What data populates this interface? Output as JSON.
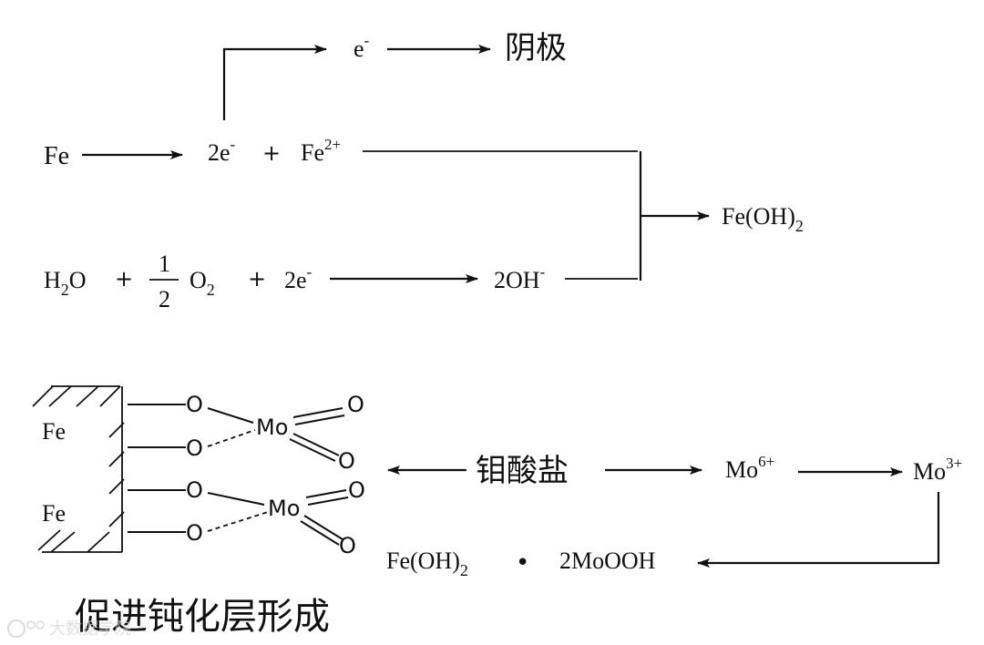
{
  "top": {
    "e_minus": "e",
    "e_sup": "-",
    "cathode": "阴极",
    "fe": "Fe",
    "two_e": "2e",
    "two_e_sup": "-",
    "plus1": "+",
    "fe2": "Fe",
    "fe2_sup": "2+",
    "product_fe": "Fe(OH)",
    "product_sub": "2",
    "h2o_h": "H",
    "h2o_sub": "2",
    "h2o_o": "O",
    "plus2": "+",
    "frac_num": "1",
    "frac_den": "2",
    "o2": "O",
    "o2_sub": "2",
    "plus3": "+",
    "two_e2": "2e",
    "two_e2_sup": "-",
    "oh": "2OH",
    "oh_sup": "-"
  },
  "bottom": {
    "fe_a": "Fe",
    "fe_b": "Fe",
    "o1": "O",
    "o2": "O",
    "o3": "O",
    "o4": "O",
    "o5": "O",
    "o6": "O",
    "o7": "O",
    "o8": "O",
    "mo1": "Mo",
    "mo2": "Mo",
    "molybdate": "钼酸盐",
    "mo6": "Mo",
    "mo6_sup": "6+",
    "mo3": "Mo",
    "mo3_sup": "3+",
    "feoh2": "Fe(OH)",
    "feoh2_sub": "2",
    "dot": "•",
    "moooh": "2MoOOH",
    "caption": "促进钝化层形成"
  },
  "watermark": {
    "text": "大数据学院"
  }
}
